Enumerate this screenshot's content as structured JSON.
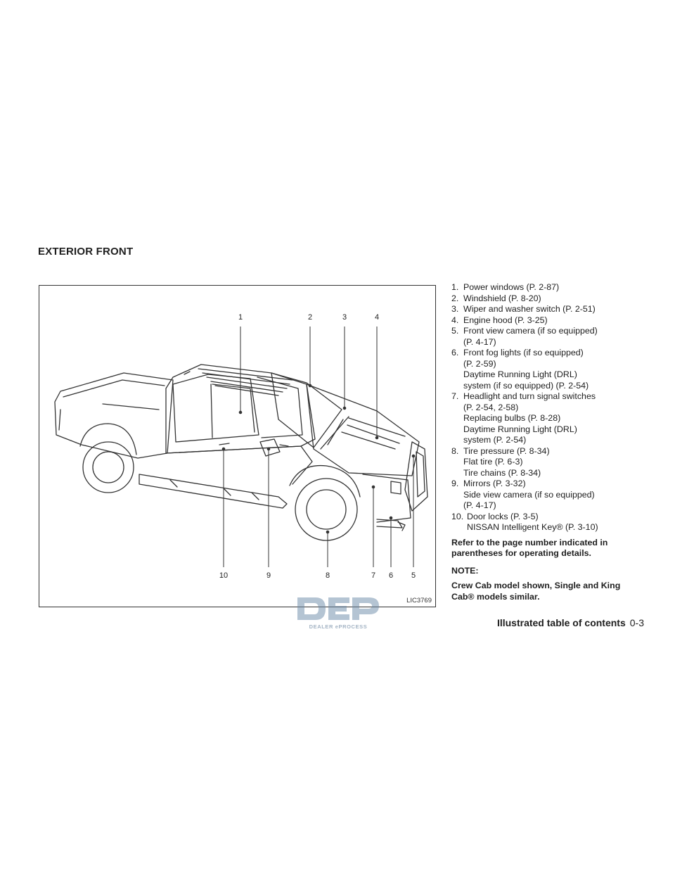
{
  "section_title": "EXTERIOR FRONT",
  "figure": {
    "id": "LIC3769",
    "callouts_top": [
      "1",
      "2",
      "3",
      "4"
    ],
    "callouts_bottom": [
      "10",
      "9",
      "8",
      "7",
      "6",
      "5"
    ]
  },
  "legend": {
    "items": [
      {
        "num": "1.",
        "lines": [
          "Power windows (P. 2-87)"
        ]
      },
      {
        "num": "2.",
        "lines": [
          "Windshield (P. 8-20)"
        ]
      },
      {
        "num": "3.",
        "lines": [
          "Wiper and washer switch (P. 2-51)"
        ]
      },
      {
        "num": "4.",
        "lines": [
          "Engine hood (P. 3-25)"
        ]
      },
      {
        "num": "5.",
        "lines": [
          "Front view camera (if so equipped)",
          "(P. 4-17)"
        ]
      },
      {
        "num": "6.",
        "lines": [
          "Front fog lights (if so equipped)",
          "(P. 2-59)",
          "Daytime Running Light (DRL)",
          "system (if so equipped) (P. 2-54)"
        ]
      },
      {
        "num": "7.",
        "lines": [
          "Headlight and turn signal switches",
          "(P. 2-54, 2-58)",
          "Replacing bulbs (P. 8-28)",
          "Daytime Running Light (DRL)",
          "system (P. 2-54)"
        ]
      },
      {
        "num": "8.",
        "lines": [
          "Tire pressure (P. 8-34)",
          "Flat tire (P. 6-3)",
          "Tire chains (P. 8-34)"
        ]
      },
      {
        "num": "9.",
        "lines": [
          "Mirrors (P. 3-32)",
          "Side view camera (if so equipped)",
          "(P. 4-17)"
        ]
      },
      {
        "num": "10.",
        "lines": [
          "Door locks (P. 3-5)",
          "NISSAN Intelligent Key® (P. 3-10)"
        ]
      }
    ],
    "refer_note": "Refer to the page number indicated in parentheses for operating details.",
    "note_head": "NOTE:",
    "note_body": "Crew Cab model shown, Single and King Cab® models similar."
  },
  "footer": {
    "title": "Illustrated table of contents",
    "page": "0-3"
  },
  "watermark": {
    "logo_text": "DEP",
    "sub_text": "DEALER ePROCESS"
  }
}
